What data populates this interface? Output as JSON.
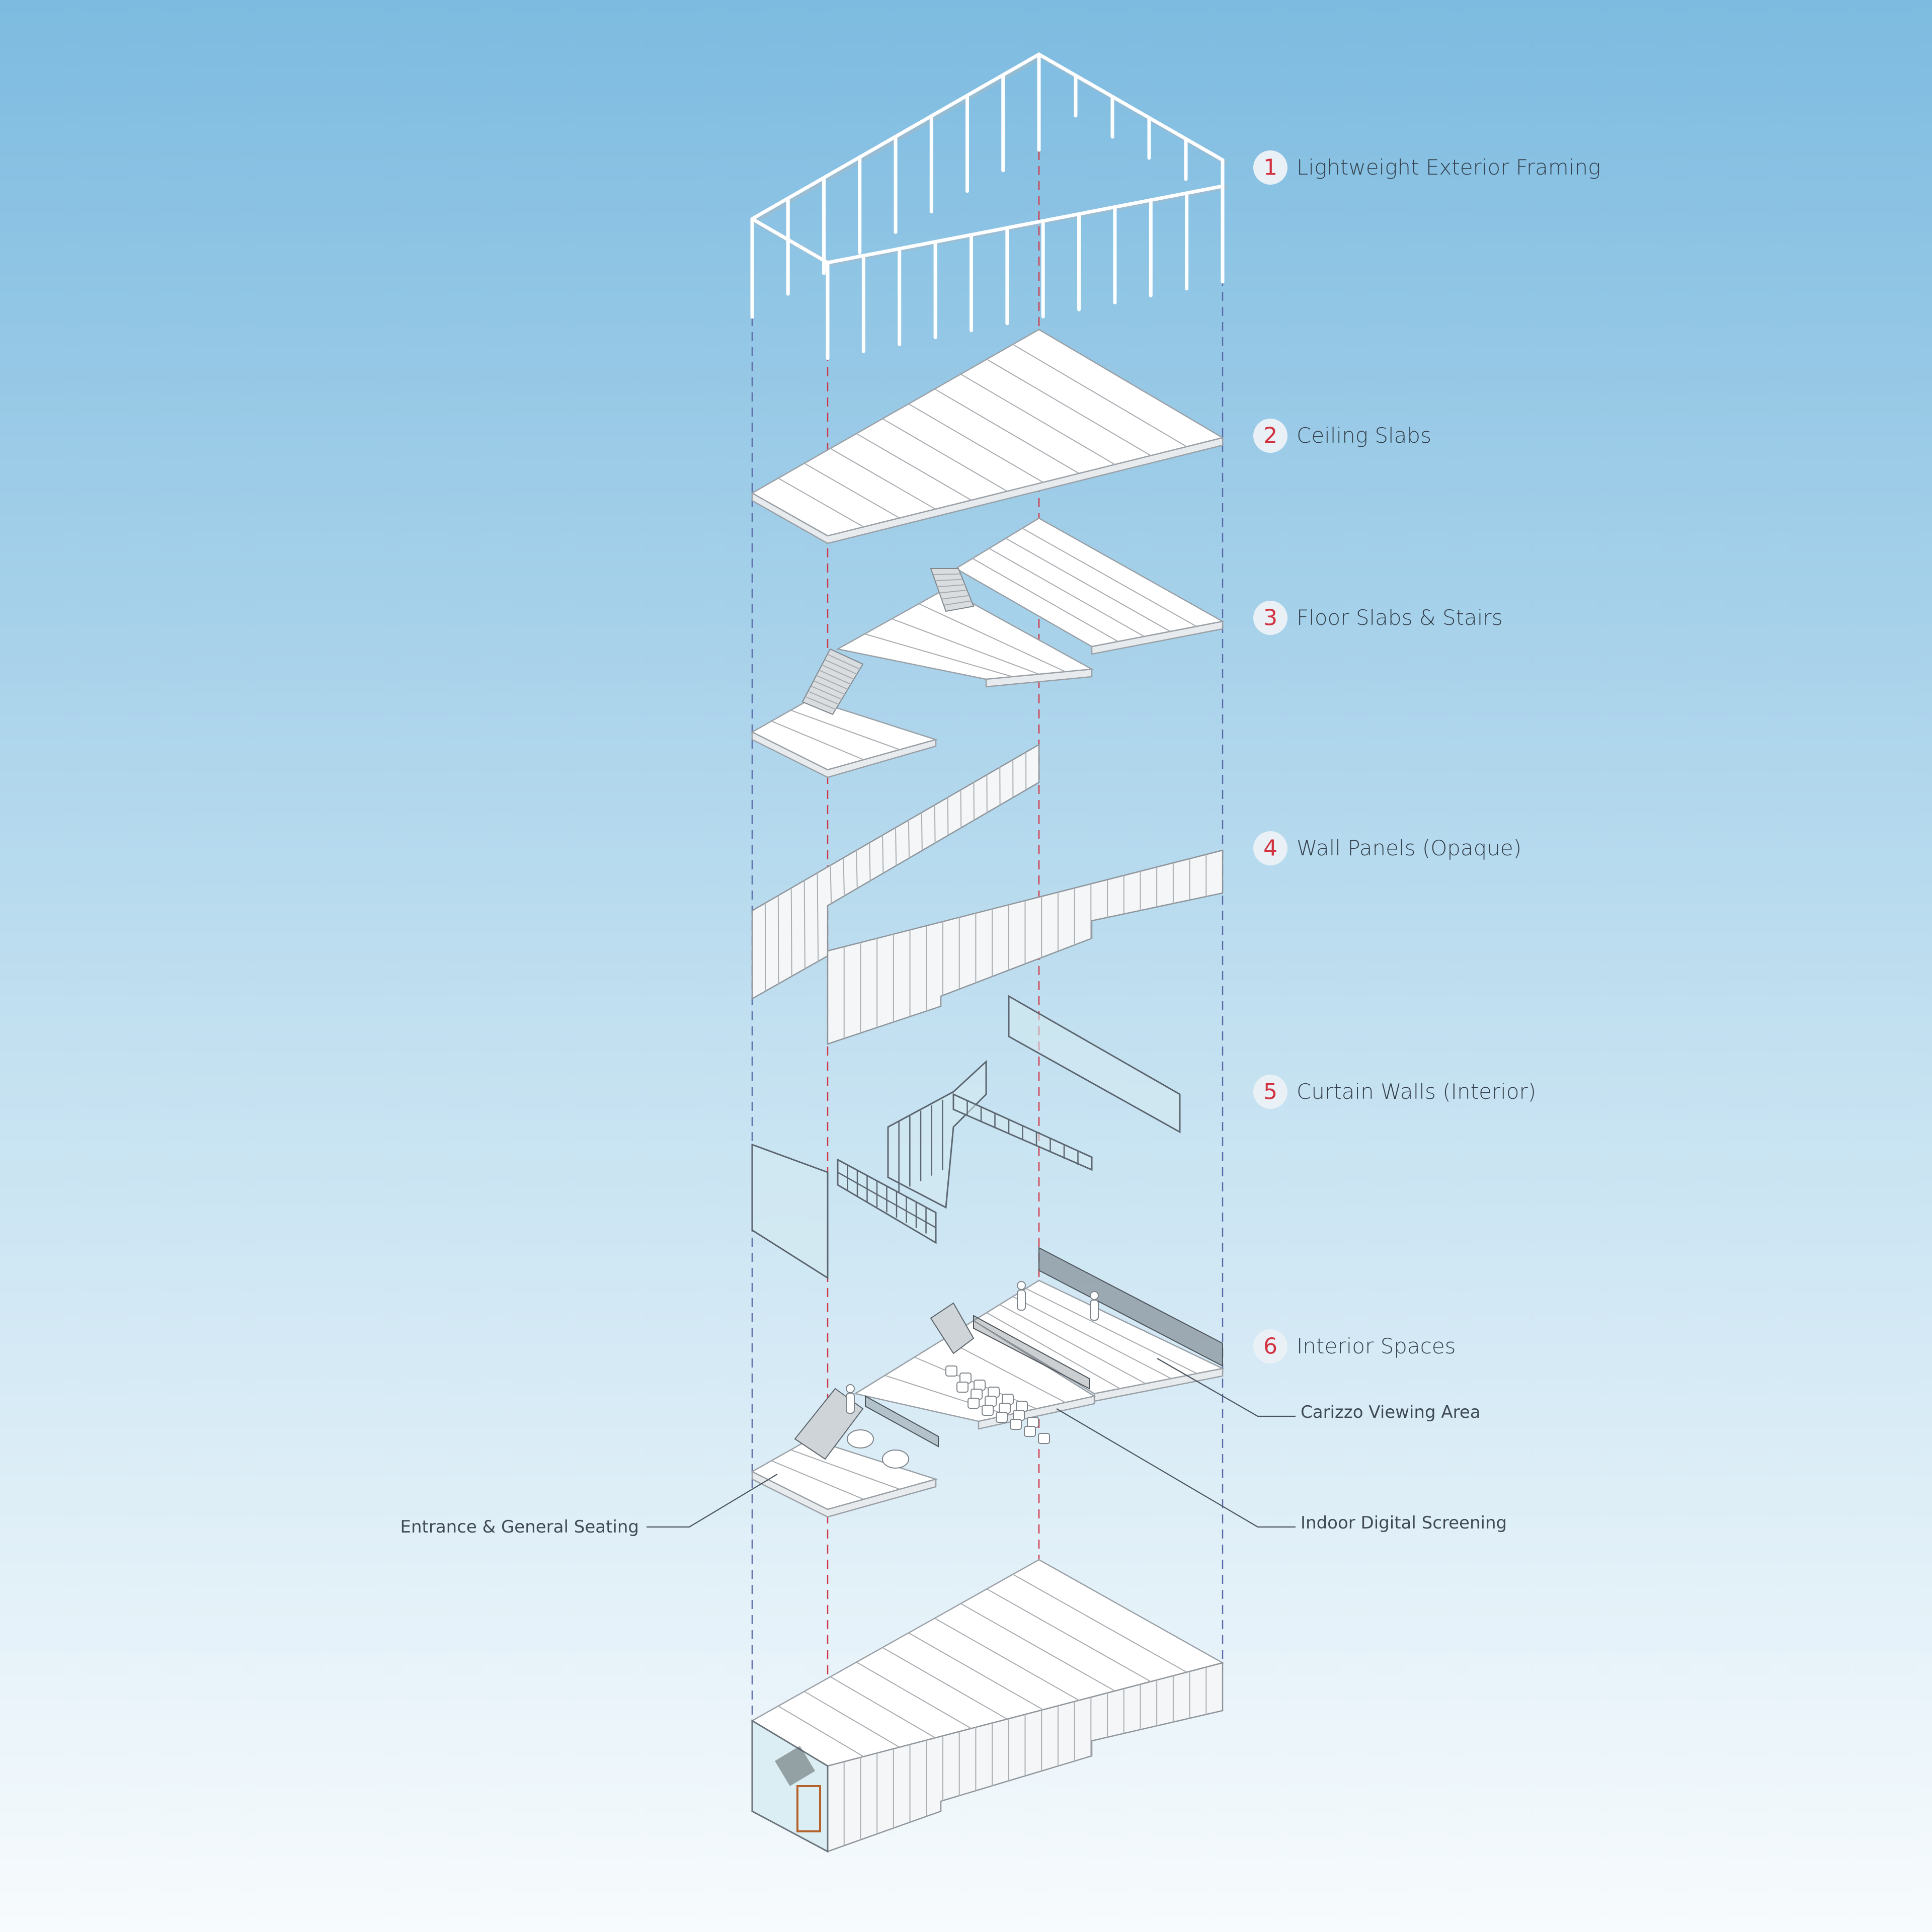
{
  "layers": [
    {
      "number": "1",
      "label": "Lightweight Exterior Framing"
    },
    {
      "number": "2",
      "label": "Ceiling Slabs"
    },
    {
      "number": "3",
      "label": "Floor Slabs & Stairs"
    },
    {
      "number": "4",
      "label": "Wall Panels (Opaque)"
    },
    {
      "number": "5",
      "label": "Curtain Walls (Interior)"
    },
    {
      "number": "6",
      "label": "Interior Spaces"
    }
  ],
  "space_callouts": {
    "carizzo": "Carizzo Viewing Area",
    "screening": "Indoor Digital Screening",
    "entrance": "Entrance & General Seating"
  },
  "colors": {
    "sky_top": "#7dbbe0",
    "sky_bottom": "#f7fbfd",
    "number_red": "#d2313f",
    "guide_blue": "#5b6aa8",
    "guide_red": "#cf3a4b",
    "badge_fill": "#e9f1f6"
  }
}
